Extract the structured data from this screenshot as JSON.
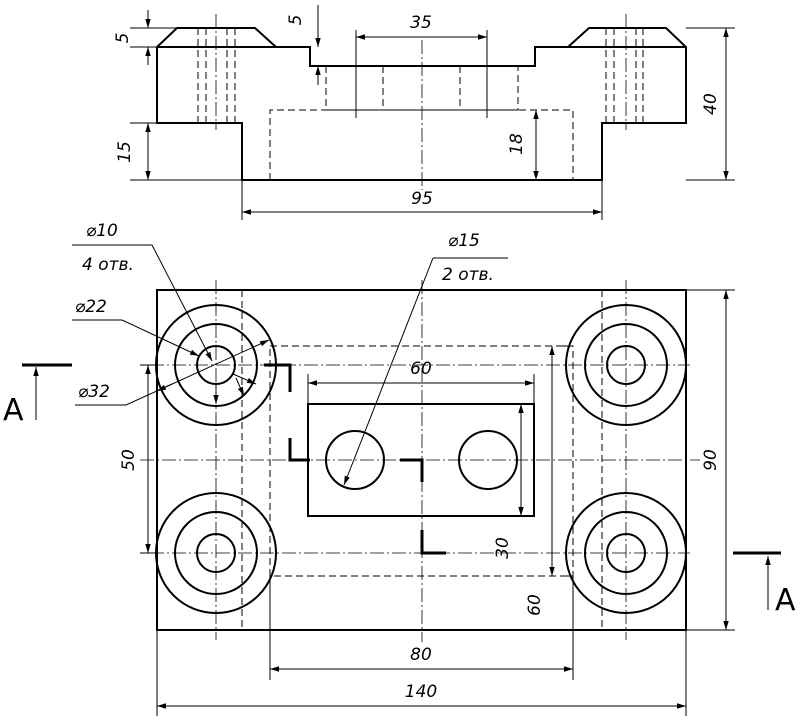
{
  "front_view": {
    "dims": {
      "chamfer_height": "5",
      "slot_depth": "5",
      "slot_width": "35",
      "total_height": "40",
      "base_step_height": "15",
      "pocket_depth": "18",
      "base_width": "95"
    }
  },
  "top_view": {
    "callouts": {
      "small_hole_dia": "⌀10",
      "small_hole_count": "4 отв.",
      "counterbore_dia": "⌀22",
      "outer_ring_dia": "⌀32",
      "center_hole_dia": "⌀15",
      "center_hole_count": "2 отв."
    },
    "dims": {
      "pocket_width": "60",
      "hole_spacing_vertical": "50",
      "total_depth": "90",
      "pocket_depth": "30",
      "inner_frame_depth": "60",
      "inner_frame_width": "80",
      "total_width": "140"
    },
    "section_marks": {
      "left": "A",
      "right": "A"
    }
  }
}
